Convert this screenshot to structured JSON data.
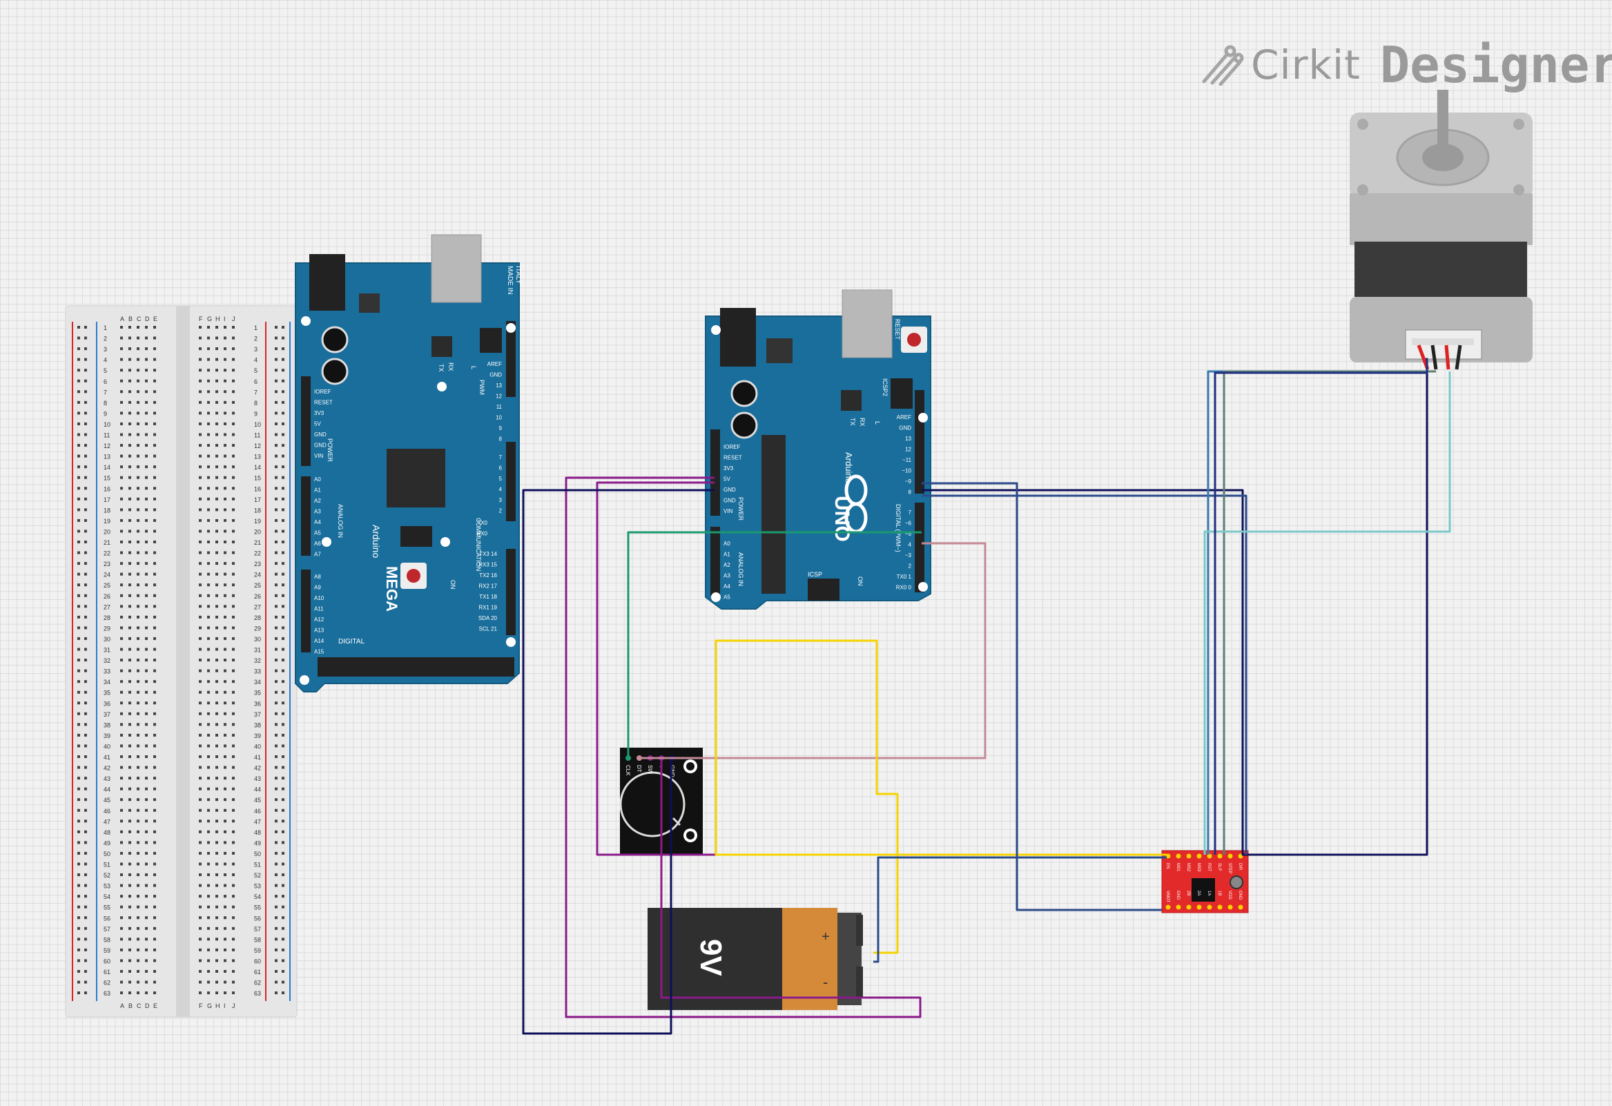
{
  "brand": {
    "word1": "Cirkit",
    "word2": "Designer",
    "icon": "cirkit-logo-icon"
  },
  "breadboard": {
    "row_count": 63,
    "left_cols": [
      "A",
      "B",
      "C",
      "D",
      "E"
    ],
    "right_cols": [
      "F",
      "G",
      "H",
      "I",
      "J"
    ]
  },
  "mega": {
    "brand": "Arduino",
    "model": "MEGA",
    "made_in": "MADE IN",
    "italy": "ITALY",
    "power_pins": [
      "IOREF",
      "RESET",
      "3V3",
      "5V",
      "GND",
      "GND",
      "VIN"
    ],
    "analog_pins": [
      "A0",
      "A1",
      "A2",
      "A3",
      "A4",
      "A5",
      "A6",
      "A7"
    ],
    "analog_pins2": [
      "A8",
      "A9",
      "A10",
      "A11",
      "A12",
      "A13",
      "A14",
      "A15"
    ],
    "pwm_pins": [
      "AREF",
      "GND",
      "13",
      "12",
      "11",
      "10",
      "9",
      "8"
    ],
    "pwm_pins2": [
      "7",
      "6",
      "5",
      "4",
      "3",
      "2"
    ],
    "comm_pins": [
      "TX0",
      "RX0"
    ],
    "comm_pins2": [
      "TX3 14",
      "RX3 15",
      "TX2 16",
      "RX2 17",
      "TX1 18",
      "RX1 19",
      "SDA 20",
      "SCL 21"
    ],
    "digital_label": "DIGITAL",
    "pwm_label": "PWM",
    "communication_label": "COMMUNICATION",
    "power_label": "POWER",
    "analog_label": "ANALOG IN",
    "tx": "TX",
    "rx": "RX",
    "l": "L",
    "on": "ON"
  },
  "uno": {
    "brand": "Arduino",
    "model": "UNO",
    "reset": "RESET",
    "icsp2": "ICSP2",
    "icsp": "ICSP",
    "power_pins": [
      "IOREF",
      "RESET",
      "3V3",
      "5V",
      "GND",
      "GND",
      "VIN"
    ],
    "analog_pins": [
      "A0",
      "A1",
      "A2",
      "A3",
      "A4",
      "A5"
    ],
    "digital_pins": [
      "AREF",
      "GND",
      "13",
      "12",
      "~11",
      "~10",
      "~9",
      "8"
    ],
    "digital_pins2": [
      "7",
      "~6",
      "~5",
      "4",
      "~3",
      "2",
      "TX0 1",
      "RX0 0"
    ],
    "power_label": "POWER",
    "analog_label": "ANALOG IN",
    "digital_label": "DIGITAL (PWM~)",
    "tx": "TX",
    "rx": "RX",
    "l": "L",
    "on": "ON"
  },
  "encoder": {
    "pins": [
      "CLK",
      "DT",
      "SW",
      "+",
      "GND"
    ]
  },
  "battery": {
    "label": "9V",
    "plus": "+",
    "minus": "-"
  },
  "driver": {
    "pins_top": [
      "EN",
      "MS1",
      "MS2",
      "MS3",
      "RST",
      "SLP",
      "STEP",
      "DIR"
    ],
    "pins_bottom": [
      "VMOT",
      "GND",
      "2B",
      "2A",
      "1A",
      "1B",
      "VDD",
      "GND"
    ]
  },
  "wire_colors": {
    "purple": "#8b1a8b",
    "navy": "#0f0f5a",
    "green": "#1a9a6e",
    "pink": "#c48a96",
    "yellow": "#f5d300",
    "blue": "#2a4a8a",
    "teal": "#3a7ab0",
    "grey_green": "#5b7f72",
    "light_teal": "#7cc8c8"
  }
}
